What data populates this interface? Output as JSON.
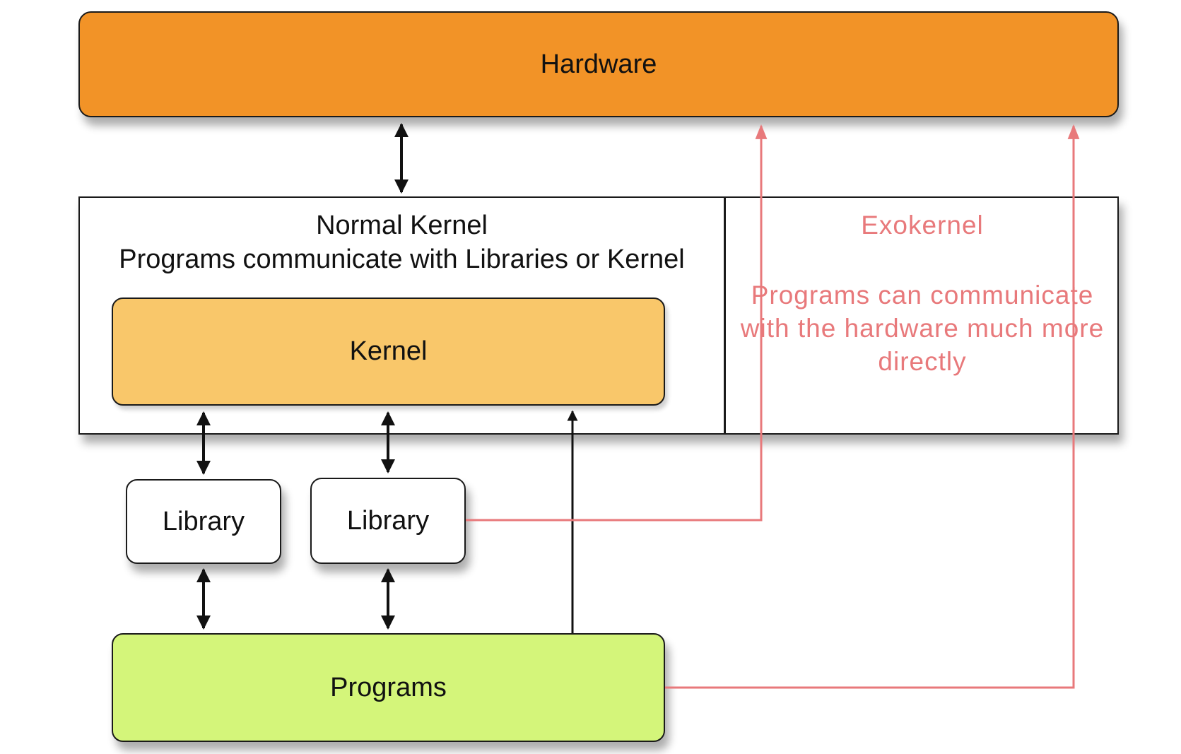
{
  "diagram": {
    "hardware": "Hardware",
    "normal_kernel_title": "Normal Kernel",
    "normal_kernel_subtitle": "Programs communicate with Libraries or Kernel",
    "exokernel_title": "Exokernel",
    "exokernel_description": "Programs can communicate with the hardware much more directly",
    "kernel": "Kernel",
    "library_1": "Library",
    "library_2": "Library",
    "programs": "Programs"
  },
  "colors": {
    "hardware_fill": "#f29327",
    "kernel_fill": "#f9c76a",
    "programs_fill": "#d4f57a",
    "exokernel_accent": "#e8797b",
    "connector_black": "#111111"
  }
}
